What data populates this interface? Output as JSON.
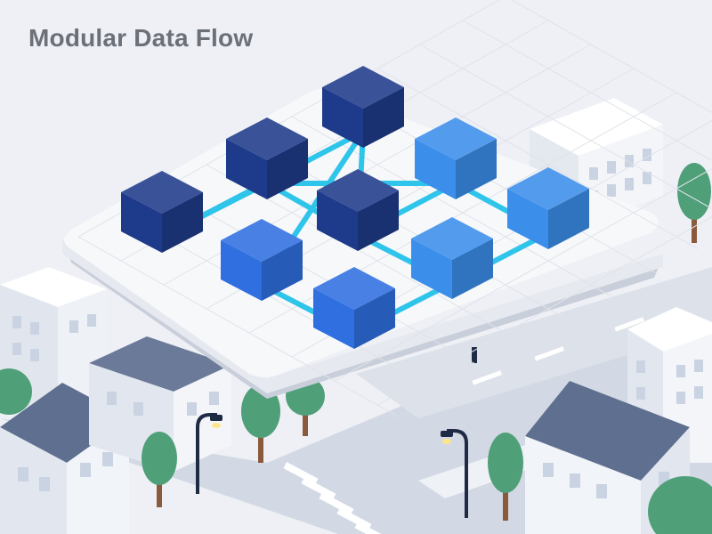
{
  "title": "Modular Data Flow",
  "colors": {
    "background": "#eef0f5",
    "platform": "#f7f8fa",
    "grid_line": "#dfe3ea",
    "connector": "#2fc4ea",
    "node_dark": "#1e3a8a",
    "node_medium": "#2f6fe0",
    "node_light": "#3b8eea",
    "street": "#d3d9e4",
    "building": "#e9edf3",
    "roof": "#5f6f8f",
    "tree": "#4f9f78"
  },
  "nodes": [
    {
      "id": "n1",
      "shade": "dark"
    },
    {
      "id": "n2",
      "shade": "dark"
    },
    {
      "id": "n3",
      "shade": "dark"
    },
    {
      "id": "n4",
      "shade": "dark"
    },
    {
      "id": "n5",
      "shade": "light"
    },
    {
      "id": "n6",
      "shade": "light"
    },
    {
      "id": "n7",
      "shade": "light"
    },
    {
      "id": "n8",
      "shade": "medium"
    },
    {
      "id": "n9",
      "shade": "medium"
    }
  ],
  "edges": [
    [
      "n1",
      "n2"
    ],
    [
      "n1",
      "n3"
    ],
    [
      "n2",
      "n4"
    ],
    [
      "n2",
      "n5"
    ],
    [
      "n3",
      "n4"
    ],
    [
      "n3",
      "n8"
    ],
    [
      "n4",
      "n5"
    ],
    [
      "n4",
      "n7"
    ],
    [
      "n5",
      "n6"
    ],
    [
      "n6",
      "n7"
    ],
    [
      "n7",
      "n9"
    ],
    [
      "n8",
      "n9"
    ]
  ]
}
